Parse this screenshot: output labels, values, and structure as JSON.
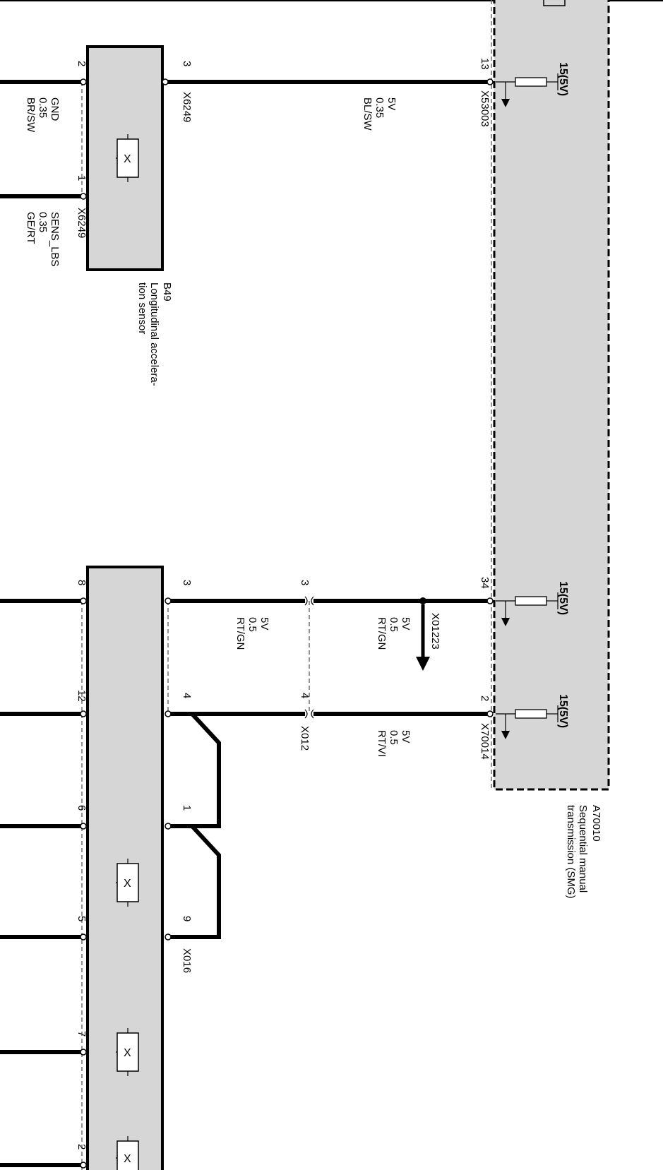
{
  "sensor_b49": {
    "id": "B49",
    "name_line1": "Longitudinal accelera-",
    "name_line2": "tion sensor",
    "connector": "X6249",
    "left_pin_a": "2",
    "left_pin_b": "1",
    "right_pin": "3"
  },
  "wires_b49": {
    "gnd": {
      "signal": "GND",
      "size": "0.35",
      "color": "BR/SW"
    },
    "sens": {
      "signal": "SENS_LBS",
      "size": "0.35",
      "color": "GE/RT"
    },
    "supply": {
      "signal": "5V",
      "size": "0.35",
      "color": "BL/SW"
    }
  },
  "ecu_a70010": {
    "id": "A70010",
    "name_line1": "Sequential manual",
    "name_line2": "transmission (SMG)",
    "connector_top": "X53003",
    "connector_bottom": "X70014",
    "pin_top": "13",
    "pin_mid": "34",
    "pin_bottom": "2",
    "supply_label": "15(5V)"
  },
  "lower_module": {
    "connector_right": "X016",
    "connector_mid": "X012",
    "splice": "X01223",
    "right_pins": [
      "3",
      "4",
      "1",
      "9"
    ],
    "mid_pins": [
      "3",
      "4"
    ],
    "left_pins": [
      "8",
      "12",
      "6",
      "5",
      "7",
      "2"
    ]
  },
  "wires_lower": {
    "rtgn_left": {
      "signal": "5V",
      "size": "0.5",
      "color": "RT/GN"
    },
    "rtgn_right": {
      "signal": "5V",
      "size": "0.5",
      "color": "RT/GN"
    },
    "rtvi": {
      "signal": "5V",
      "size": "0.5",
      "color": "RT/VI"
    }
  },
  "colors": {
    "module_fill": "#d6d6d6",
    "line": "#000000"
  },
  "icons": [
    "sensor-element-icon",
    "resistor-icon",
    "ground-arrow-icon"
  ]
}
